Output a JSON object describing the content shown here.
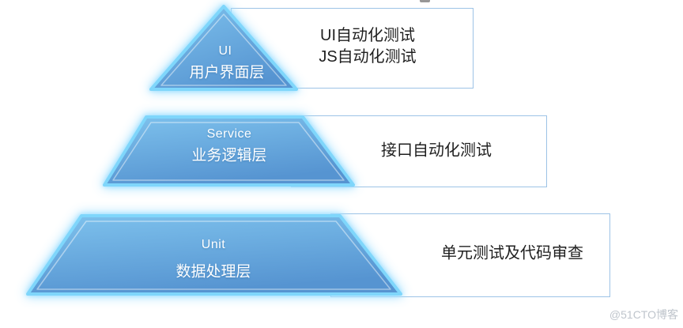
{
  "pyramid": {
    "layers": [
      {
        "title": "UI",
        "subtitle": "用户界面层",
        "callout": [
          "UI自动化测试",
          "JS自动化测试"
        ]
      },
      {
        "title": "Service",
        "subtitle": "业务逻辑层",
        "callout": [
          "接口自动化测试"
        ]
      },
      {
        "title": "Unit",
        "subtitle": "数据处理层",
        "callout": [
          "单元测试及代码审查"
        ]
      }
    ]
  },
  "watermark": "@51CTO博客",
  "colors": {
    "shape_fill_light": "#7ec2ed",
    "shape_fill_dark": "#5694d1",
    "shape_edge": "#7fd6fb",
    "glow": "#9edfff",
    "box_border": "#9dc3e6",
    "label_text": "#1f1f1f",
    "shape_text": "#ffffff",
    "watermark": "#bfc5cc"
  }
}
